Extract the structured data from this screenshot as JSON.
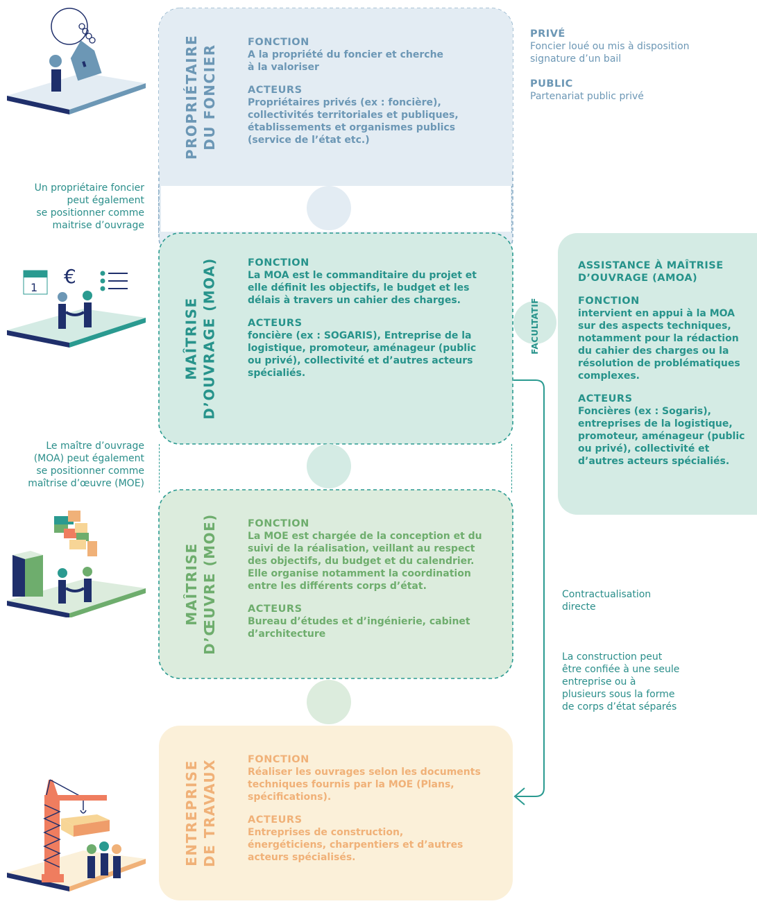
{
  "proprietaire": {
    "title_line1": "PROPRIÉTAIRE",
    "title_line2": "DU FONCIER",
    "fonction_label": "FONCTION",
    "fonction_line1": "A la propriété du foncier et cherche",
    "fonction_line2": "à la valoriser",
    "acteurs_label": "ACTEURS",
    "acteurs_line1": "Propriétaires privés (ex : foncière),",
    "acteurs_line2": "collectivités territoriales et publiques,",
    "acteurs_line3": "établissements et organismes publics",
    "acteurs_line4": "(service de l’état etc.)"
  },
  "right_notes": {
    "prive_label": "PRIVÉ",
    "prive_line1": "Foncier loué ou mis à disposition",
    "prive_line2": "signature d’un bail",
    "public_label": "PUBLIC",
    "public_line1": "Partenariat public privé"
  },
  "left_notes": {
    "note1_line1": "Un propriétaire foncier",
    "note1_line2": "peut également",
    "note1_line3": "se positionner comme",
    "note1_line4": "maitrise d’ouvrage",
    "note2_line1": "Le maître d’ouvrage",
    "note2_line2": "(MOA) peut également",
    "note2_line3": "se positionner comme",
    "note2_line4": "maîtrise d’œuvre (MOE)"
  },
  "moa": {
    "title_line1": "MAÎTRISE",
    "title_line2": "D’OUVRAGE (MOA)",
    "fonction_label": "FONCTION",
    "fonction_line1": "La MOA est le commanditaire du projet et",
    "fonction_line2": "elle définit les objectifs, le budget et les",
    "fonction_line3": "délais à travers un cahier des charges.",
    "acteurs_label": "ACTEURS",
    "acteurs_line1": "foncière (ex : SOGARIS), Entreprise de la",
    "acteurs_line2": "logistique, promoteur, aménageur (public",
    "acteurs_line3": "ou privé), collectivité et d’autres acteurs",
    "acteurs_line4": "spécialiés."
  },
  "amoa": {
    "facultatif": "FACULTATIF",
    "title_line1": "ASSISTANCE À MAÎTRISE",
    "title_line2": "D’OUVRAGE (AMOA)",
    "fonction_label": "FONCTION",
    "fonction_line1": "intervient en appui à la MOA",
    "fonction_line2": "sur des aspects techniques,",
    "fonction_line3": "notamment pour la rédaction",
    "fonction_line4": "du cahier des charges ou la",
    "fonction_line5": "résolution de problématiques",
    "fonction_line6": "complexes.",
    "acteurs_label": "ACTEURS",
    "acteurs_line1": "Foncières (ex : Sogaris),",
    "acteurs_line2": "entreprises de la logistique,",
    "acteurs_line3": "promoteur, aménageur (public",
    "acteurs_line4": "ou privé), collectivité et",
    "acteurs_line5": "d’autres acteurs spécialiés."
  },
  "moe": {
    "title_line1": "MAÎTRISE",
    "title_line2": "D’ŒUVRE (MOE)",
    "fonction_label": "FONCTION",
    "fonction_line1": "La MOE est chargée de la conception et du",
    "fonction_line2": "suivi de la réalisation, veillant au respect",
    "fonction_line3": "des objectifs, du budget et du calendrier.",
    "fonction_line4": "Elle organise notamment la coordination",
    "fonction_line5": "entre les différents corps d’état.",
    "acteurs_label": "ACTEURS",
    "acteurs_line1": "Bureau d’études et d’ingénierie, cabinet",
    "acteurs_line2": "d’architecture"
  },
  "contract_notes": {
    "contract_line1": "Contractualisation",
    "contract_line2": "directe",
    "construction_line1": "La construction peut",
    "construction_line2": "être confiée à une seule",
    "construction_line3": "entreprise ou à",
    "construction_line4": "plusieurs sous la forme",
    "construction_line5": "de corps d’état séparés"
  },
  "entreprise": {
    "title_line1": "ENTREPRISE",
    "title_line2": "DE TRAVAUX",
    "fonction_label": "FONCTION",
    "fonction_line1": "Réaliser les ouvrages selon les documents",
    "fonction_line2": "techniques fournis par la MOE (Plans,",
    "fonction_line3": "spécifications).",
    "acteurs_label": "ACTEURS",
    "acteurs_line1": "Entreprises de construction,",
    "acteurs_line2": "énergéticiens, charpentiers et d’autres",
    "acteurs_line3": "acteurs spécialisés."
  },
  "icons": {
    "calendar_number": "1",
    "euro_symbol": "€"
  },
  "colors": {
    "proprietaire_bg": "#e3ecf3",
    "proprietaire_text": "#6c97b5",
    "moa_bg": "#d4ebe4",
    "moa_text": "#27938b",
    "moe_bg": "#dcecdd",
    "moe_text": "#6ead6d",
    "entreprise_bg": "#fbf0d9",
    "entreprise_text": "#f0b178",
    "navy": "#1f2f6b"
  }
}
